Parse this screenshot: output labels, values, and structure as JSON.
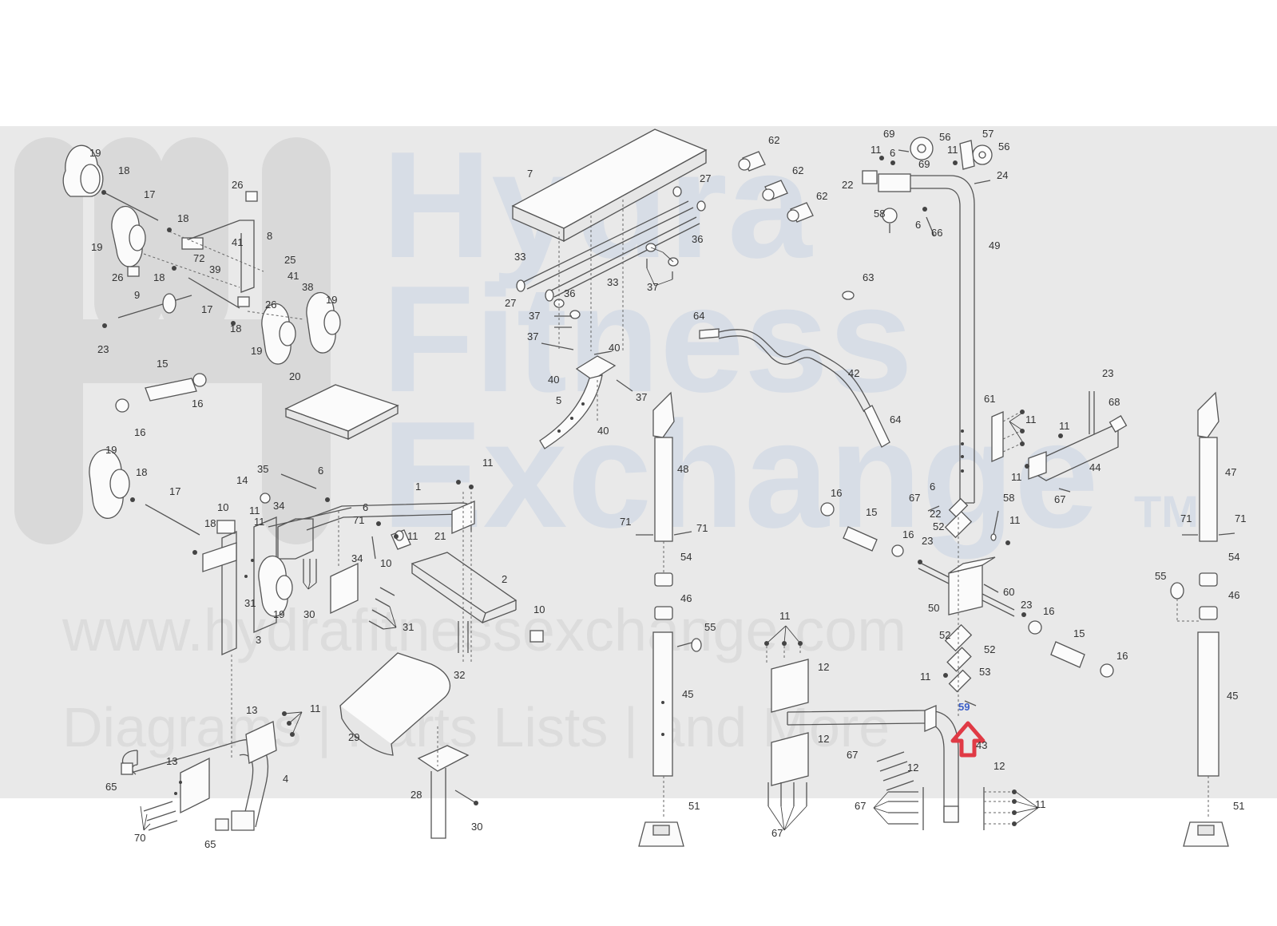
{
  "watermark": {
    "brand_line1": "Hydra",
    "brand_line2": "Fitness",
    "brand_line3": "Exchange",
    "tm": "TM",
    "url": "www.hydrafitnessexchange.com",
    "tagline": "Diagrams | Parts Lists | and More"
  },
  "highlight": {
    "part_label": "59",
    "arrow_color": "#e03a45",
    "label_color": "#3b5fc9"
  },
  "colors": {
    "band": "#e9e9e9",
    "line": "#555555"
  },
  "callouts": [
    {
      "id": "c-19a",
      "text": "19"
    },
    {
      "id": "c-18a",
      "text": "18"
    },
    {
      "id": "c-17a",
      "text": "17"
    },
    {
      "id": "c-26a",
      "text": "26"
    },
    {
      "id": "c-18b",
      "text": "18"
    },
    {
      "id": "c-19b",
      "text": "19"
    },
    {
      "id": "c-8",
      "text": "8"
    },
    {
      "id": "c-41a",
      "text": "41"
    },
    {
      "id": "c-72",
      "text": "72"
    },
    {
      "id": "c-39",
      "text": "39"
    },
    {
      "id": "c-26b",
      "text": "26"
    },
    {
      "id": "c-18c",
      "text": "18"
    },
    {
      "id": "c-25",
      "text": "25"
    },
    {
      "id": "c-41b",
      "text": "41"
    },
    {
      "id": "c-38",
      "text": "38"
    },
    {
      "id": "c-9",
      "text": "9"
    },
    {
      "id": "c-17b",
      "text": "17"
    },
    {
      "id": "c-26c",
      "text": "26"
    },
    {
      "id": "c-19c",
      "text": "19"
    },
    {
      "id": "c-23a",
      "text": "23"
    },
    {
      "id": "c-18d",
      "text": "18"
    },
    {
      "id": "c-19d",
      "text": "19"
    },
    {
      "id": "c-15a",
      "text": "15"
    },
    {
      "id": "c-16a",
      "text": "16"
    },
    {
      "id": "c-16b",
      "text": "16"
    },
    {
      "id": "c-20",
      "text": "20"
    },
    {
      "id": "c-7",
      "text": "7"
    },
    {
      "id": "c-27a",
      "text": "27"
    },
    {
      "id": "c-33a",
      "text": "33"
    },
    {
      "id": "c-36a",
      "text": "36"
    },
    {
      "id": "c-33b",
      "text": "33"
    },
    {
      "id": "c-27b",
      "text": "27"
    },
    {
      "id": "c-36b",
      "text": "36"
    },
    {
      "id": "c-37a",
      "text": "37"
    },
    {
      "id": "c-37b",
      "text": "37"
    },
    {
      "id": "c-37c",
      "text": "37"
    },
    {
      "id": "c-40a",
      "text": "40"
    },
    {
      "id": "c-40b",
      "text": "40"
    },
    {
      "id": "c-5",
      "text": "5"
    },
    {
      "id": "c-37d",
      "text": "37"
    },
    {
      "id": "c-40c",
      "text": "40"
    },
    {
      "id": "c-62a",
      "text": "62"
    },
    {
      "id": "c-62b",
      "text": "62"
    },
    {
      "id": "c-62c",
      "text": "62"
    },
    {
      "id": "c-63",
      "text": "63"
    },
    {
      "id": "c-64a",
      "text": "64"
    },
    {
      "id": "c-42",
      "text": "42"
    },
    {
      "id": "c-64b",
      "text": "64"
    },
    {
      "id": "c-69a",
      "text": "69"
    },
    {
      "id": "c-56a",
      "text": "56"
    },
    {
      "id": "c-57",
      "text": "57"
    },
    {
      "id": "c-56b",
      "text": "56"
    },
    {
      "id": "c-11a",
      "text": "11"
    },
    {
      "id": "c-6a",
      "text": "6"
    },
    {
      "id": "c-69b",
      "text": "69"
    },
    {
      "id": "c-11b",
      "text": "11"
    },
    {
      "id": "c-24",
      "text": "24"
    },
    {
      "id": "c-22a",
      "text": "22"
    },
    {
      "id": "c-58a",
      "text": "58"
    },
    {
      "id": "c-6b",
      "text": "6"
    },
    {
      "id": "c-66",
      "text": "66"
    },
    {
      "id": "c-49",
      "text": "49"
    },
    {
      "id": "c-19e",
      "text": "19"
    },
    {
      "id": "c-18e",
      "text": "18"
    },
    {
      "id": "c-17c",
      "text": "17"
    },
    {
      "id": "c-35",
      "text": "35"
    },
    {
      "id": "c-6c",
      "text": "6"
    },
    {
      "id": "c-11c",
      "text": "11"
    },
    {
      "id": "c-14",
      "text": "14"
    },
    {
      "id": "c-10a",
      "text": "10"
    },
    {
      "id": "c-11d",
      "text": "11"
    },
    {
      "id": "c-34a",
      "text": "34"
    },
    {
      "id": "c-1",
      "text": "1"
    },
    {
      "id": "c-18f",
      "text": "18"
    },
    {
      "id": "c-11e",
      "text": "11"
    },
    {
      "id": "c-6d",
      "text": "6"
    },
    {
      "id": "c-11f",
      "text": "11"
    },
    {
      "id": "c-21",
      "text": "21"
    },
    {
      "id": "c-71a",
      "text": "71"
    },
    {
      "id": "c-10b",
      "text": "10"
    },
    {
      "id": "c-34b",
      "text": "34"
    },
    {
      "id": "c-31a",
      "text": "31"
    },
    {
      "id": "c-19f",
      "text": "19"
    },
    {
      "id": "c-30a",
      "text": "30"
    },
    {
      "id": "c-31b",
      "text": "31"
    },
    {
      "id": "c-2",
      "text": "2"
    },
    {
      "id": "c-10c",
      "text": "10"
    },
    {
      "id": "c-3",
      "text": "3"
    },
    {
      "id": "c-32",
      "text": "32"
    },
    {
      "id": "c-48",
      "text": "48"
    },
    {
      "id": "c-71b",
      "text": "71"
    },
    {
      "id": "c-71c",
      "text": "71"
    },
    {
      "id": "c-54a",
      "text": "54"
    },
    {
      "id": "c-46a",
      "text": "46"
    },
    {
      "id": "c-55a",
      "text": "55"
    },
    {
      "id": "c-45a",
      "text": "45"
    },
    {
      "id": "c-61",
      "text": "61"
    },
    {
      "id": "c-11g",
      "text": "11"
    },
    {
      "id": "c-23b",
      "text": "23"
    },
    {
      "id": "c-68",
      "text": "68"
    },
    {
      "id": "c-11h",
      "text": "11"
    },
    {
      "id": "c-44",
      "text": "44"
    },
    {
      "id": "c-11i",
      "text": "11"
    },
    {
      "id": "c-67a",
      "text": "67"
    },
    {
      "id": "c-16c",
      "text": "16"
    },
    {
      "id": "c-15b",
      "text": "15"
    },
    {
      "id": "c-67b",
      "text": "67"
    },
    {
      "id": "c-6e",
      "text": "6"
    },
    {
      "id": "c-22b",
      "text": "22"
    },
    {
      "id": "c-58b",
      "text": "58"
    },
    {
      "id": "c-52a",
      "text": "52"
    },
    {
      "id": "c-11j",
      "text": "11"
    },
    {
      "id": "c-16d",
      "text": "16"
    },
    {
      "id": "c-23c",
      "text": "23"
    },
    {
      "id": "c-60",
      "text": "60"
    },
    {
      "id": "c-50",
      "text": "50"
    },
    {
      "id": "c-23d",
      "text": "23"
    },
    {
      "id": "c-16e",
      "text": "16"
    },
    {
      "id": "c-52b",
      "text": "52"
    },
    {
      "id": "c-52c",
      "text": "52"
    },
    {
      "id": "c-15c",
      "text": "15"
    },
    {
      "id": "c-16f",
      "text": "16"
    },
    {
      "id": "c-11k",
      "text": "11"
    },
    {
      "id": "c-53",
      "text": "53"
    },
    {
      "id": "c-47",
      "text": "47"
    },
    {
      "id": "c-71d",
      "text": "71"
    },
    {
      "id": "c-71e",
      "text": "71"
    },
    {
      "id": "c-54b",
      "text": "54"
    },
    {
      "id": "c-55b",
      "text": "55"
    },
    {
      "id": "c-46b",
      "text": "46"
    },
    {
      "id": "c-45b",
      "text": "45"
    },
    {
      "id": "c-11l",
      "text": "11"
    },
    {
      "id": "c-12a",
      "text": "12"
    },
    {
      "id": "c-12b",
      "text": "12"
    },
    {
      "id": "c-67c",
      "text": "67"
    },
    {
      "id": "c-43",
      "text": "43"
    },
    {
      "id": "c-12c",
      "text": "12"
    },
    {
      "id": "c-12d",
      "text": "12"
    },
    {
      "id": "c-67d",
      "text": "67"
    },
    {
      "id": "c-11m",
      "text": "11"
    },
    {
      "id": "c-67e",
      "text": "67"
    },
    {
      "id": "c-13a",
      "text": "13"
    },
    {
      "id": "c-11n",
      "text": "11"
    },
    {
      "id": "c-29",
      "text": "29"
    },
    {
      "id": "c-13b",
      "text": "13"
    },
    {
      "id": "c-65a",
      "text": "65"
    },
    {
      "id": "c-4",
      "text": "4"
    },
    {
      "id": "c-70",
      "text": "70"
    },
    {
      "id": "c-65b",
      "text": "65"
    },
    {
      "id": "c-28",
      "text": "28"
    },
    {
      "id": "c-30b",
      "text": "30"
    },
    {
      "id": "c-51a",
      "text": "51"
    },
    {
      "id": "c-51b",
      "text": "51"
    }
  ]
}
